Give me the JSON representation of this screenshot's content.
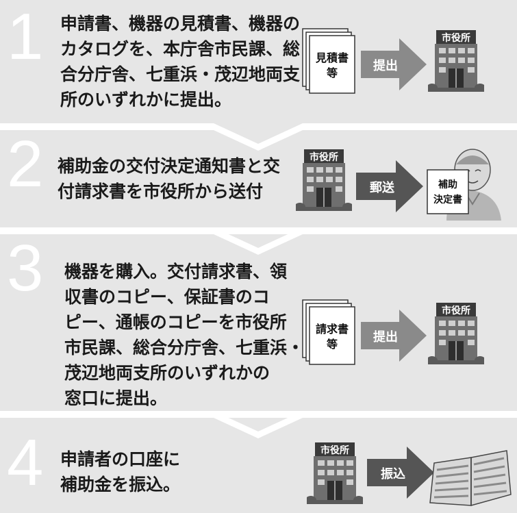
{
  "steps": [
    {
      "number": "1",
      "lines": [
        "申請書、機器の見積書、機器の",
        "カタログを、本庁舎市民課、総",
        "合分庁舎、七重浜・茂辺地両支",
        "所のいずれかに提出。"
      ],
      "document_lines": [
        "見積書",
        "等"
      ],
      "action": "提出",
      "building_sign": "市役所"
    },
    {
      "number": "2",
      "lines": [
        "補助金の交付決定通知書と交",
        "付請求書を市役所から送付"
      ],
      "building_sign": "市役所",
      "action": "郵送",
      "notice_lines": [
        "補助",
        "決定書"
      ]
    },
    {
      "number": "3",
      "lines": [
        "機器を購入。交付請求書、領",
        "収書のコピー、保証書のコ",
        "ピー、通帳のコピーを市役所",
        "市民課、総合分庁舎、七重浜・",
        "茂辺地両支所のいずれかの",
        "窓口に提出。"
      ],
      "document_lines": [
        "請求書",
        "等"
      ],
      "action": "提出",
      "building_sign": "市役所"
    },
    {
      "number": "4",
      "lines": [
        "申請者の口座に",
        "補助金を振込。"
      ],
      "building_sign": "市役所",
      "action": "振込"
    }
  ],
  "colors": {
    "panel": "#e6e6e6",
    "connector": "#ffffff",
    "number": "#ffffff",
    "arrow_dark": "#555555",
    "arrow_mid": "#8a8a8a",
    "building": "#6f6f6f",
    "building_sign": "#3a3a3a",
    "text": "#1a1a1a"
  }
}
